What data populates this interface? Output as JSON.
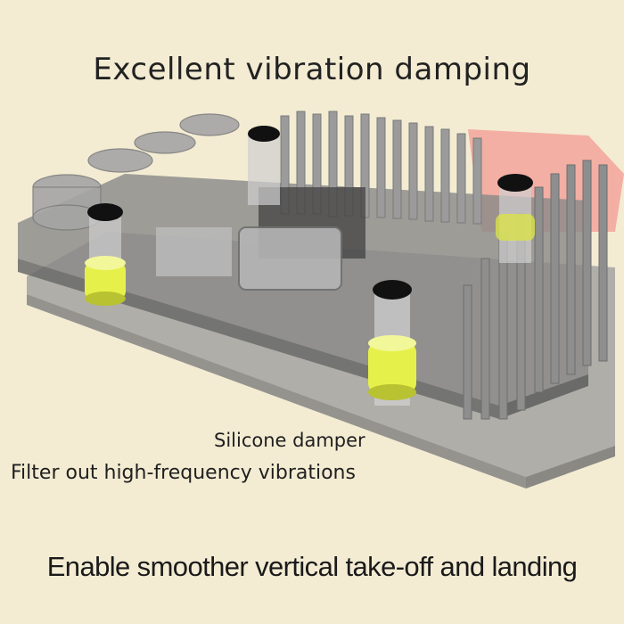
{
  "headline": "Excellent vibration damping",
  "caption_damper": "Silicone damper",
  "caption_filter": "Filter out high-frequency vibrations",
  "footer_text": "Enable smoother vertical take-off and landing",
  "colors": {
    "background": "#f3ecd3",
    "board": "#8c8c8c",
    "damper": "#e6f04a",
    "arrow": "#f2a49a"
  }
}
